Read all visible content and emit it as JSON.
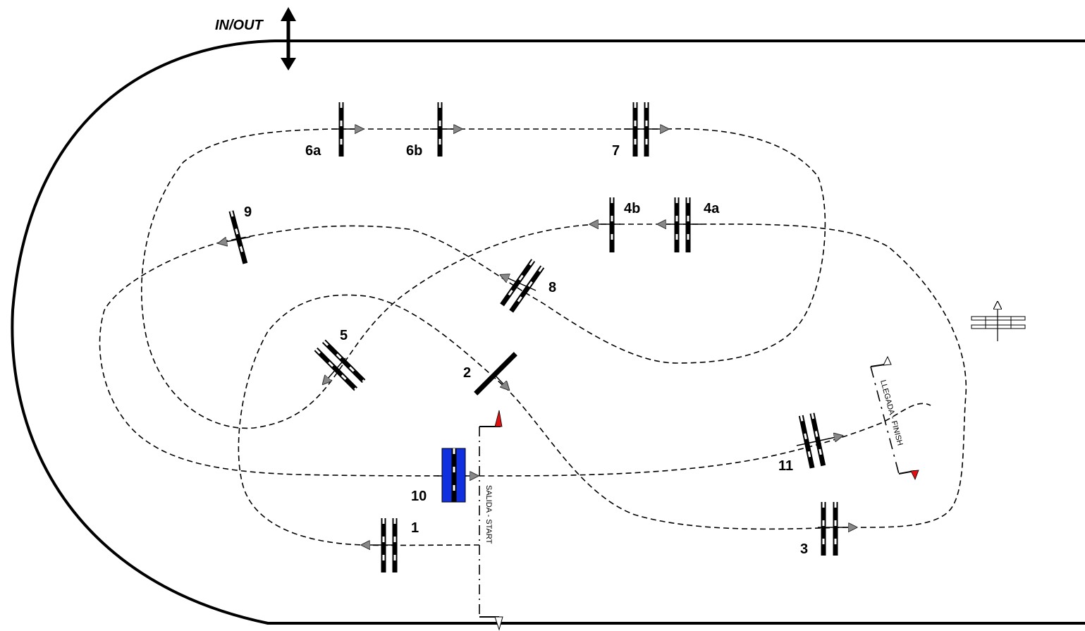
{
  "entrance": {
    "label": "IN/OUT"
  },
  "start_line": {
    "label": "SALIDA - START"
  },
  "finish_line": {
    "label": "LLEGADA - FINISH"
  },
  "obstacles": [
    {
      "id": "1",
      "label": "1"
    },
    {
      "id": "2",
      "label": "2"
    },
    {
      "id": "3",
      "label": "3"
    },
    {
      "id": "4a",
      "label": "4a"
    },
    {
      "id": "4b",
      "label": "4b"
    },
    {
      "id": "5",
      "label": "5"
    },
    {
      "id": "6a",
      "label": "6a"
    },
    {
      "id": "6b",
      "label": "6b"
    },
    {
      "id": "7",
      "label": "7"
    },
    {
      "id": "8",
      "label": "8"
    },
    {
      "id": "9",
      "label": "9"
    },
    {
      "id": "10",
      "label": "10"
    },
    {
      "id": "11",
      "label": "11"
    }
  ],
  "colors": {
    "water_jump": "#1030e0",
    "flag": "#e01010",
    "line": "#000000"
  }
}
